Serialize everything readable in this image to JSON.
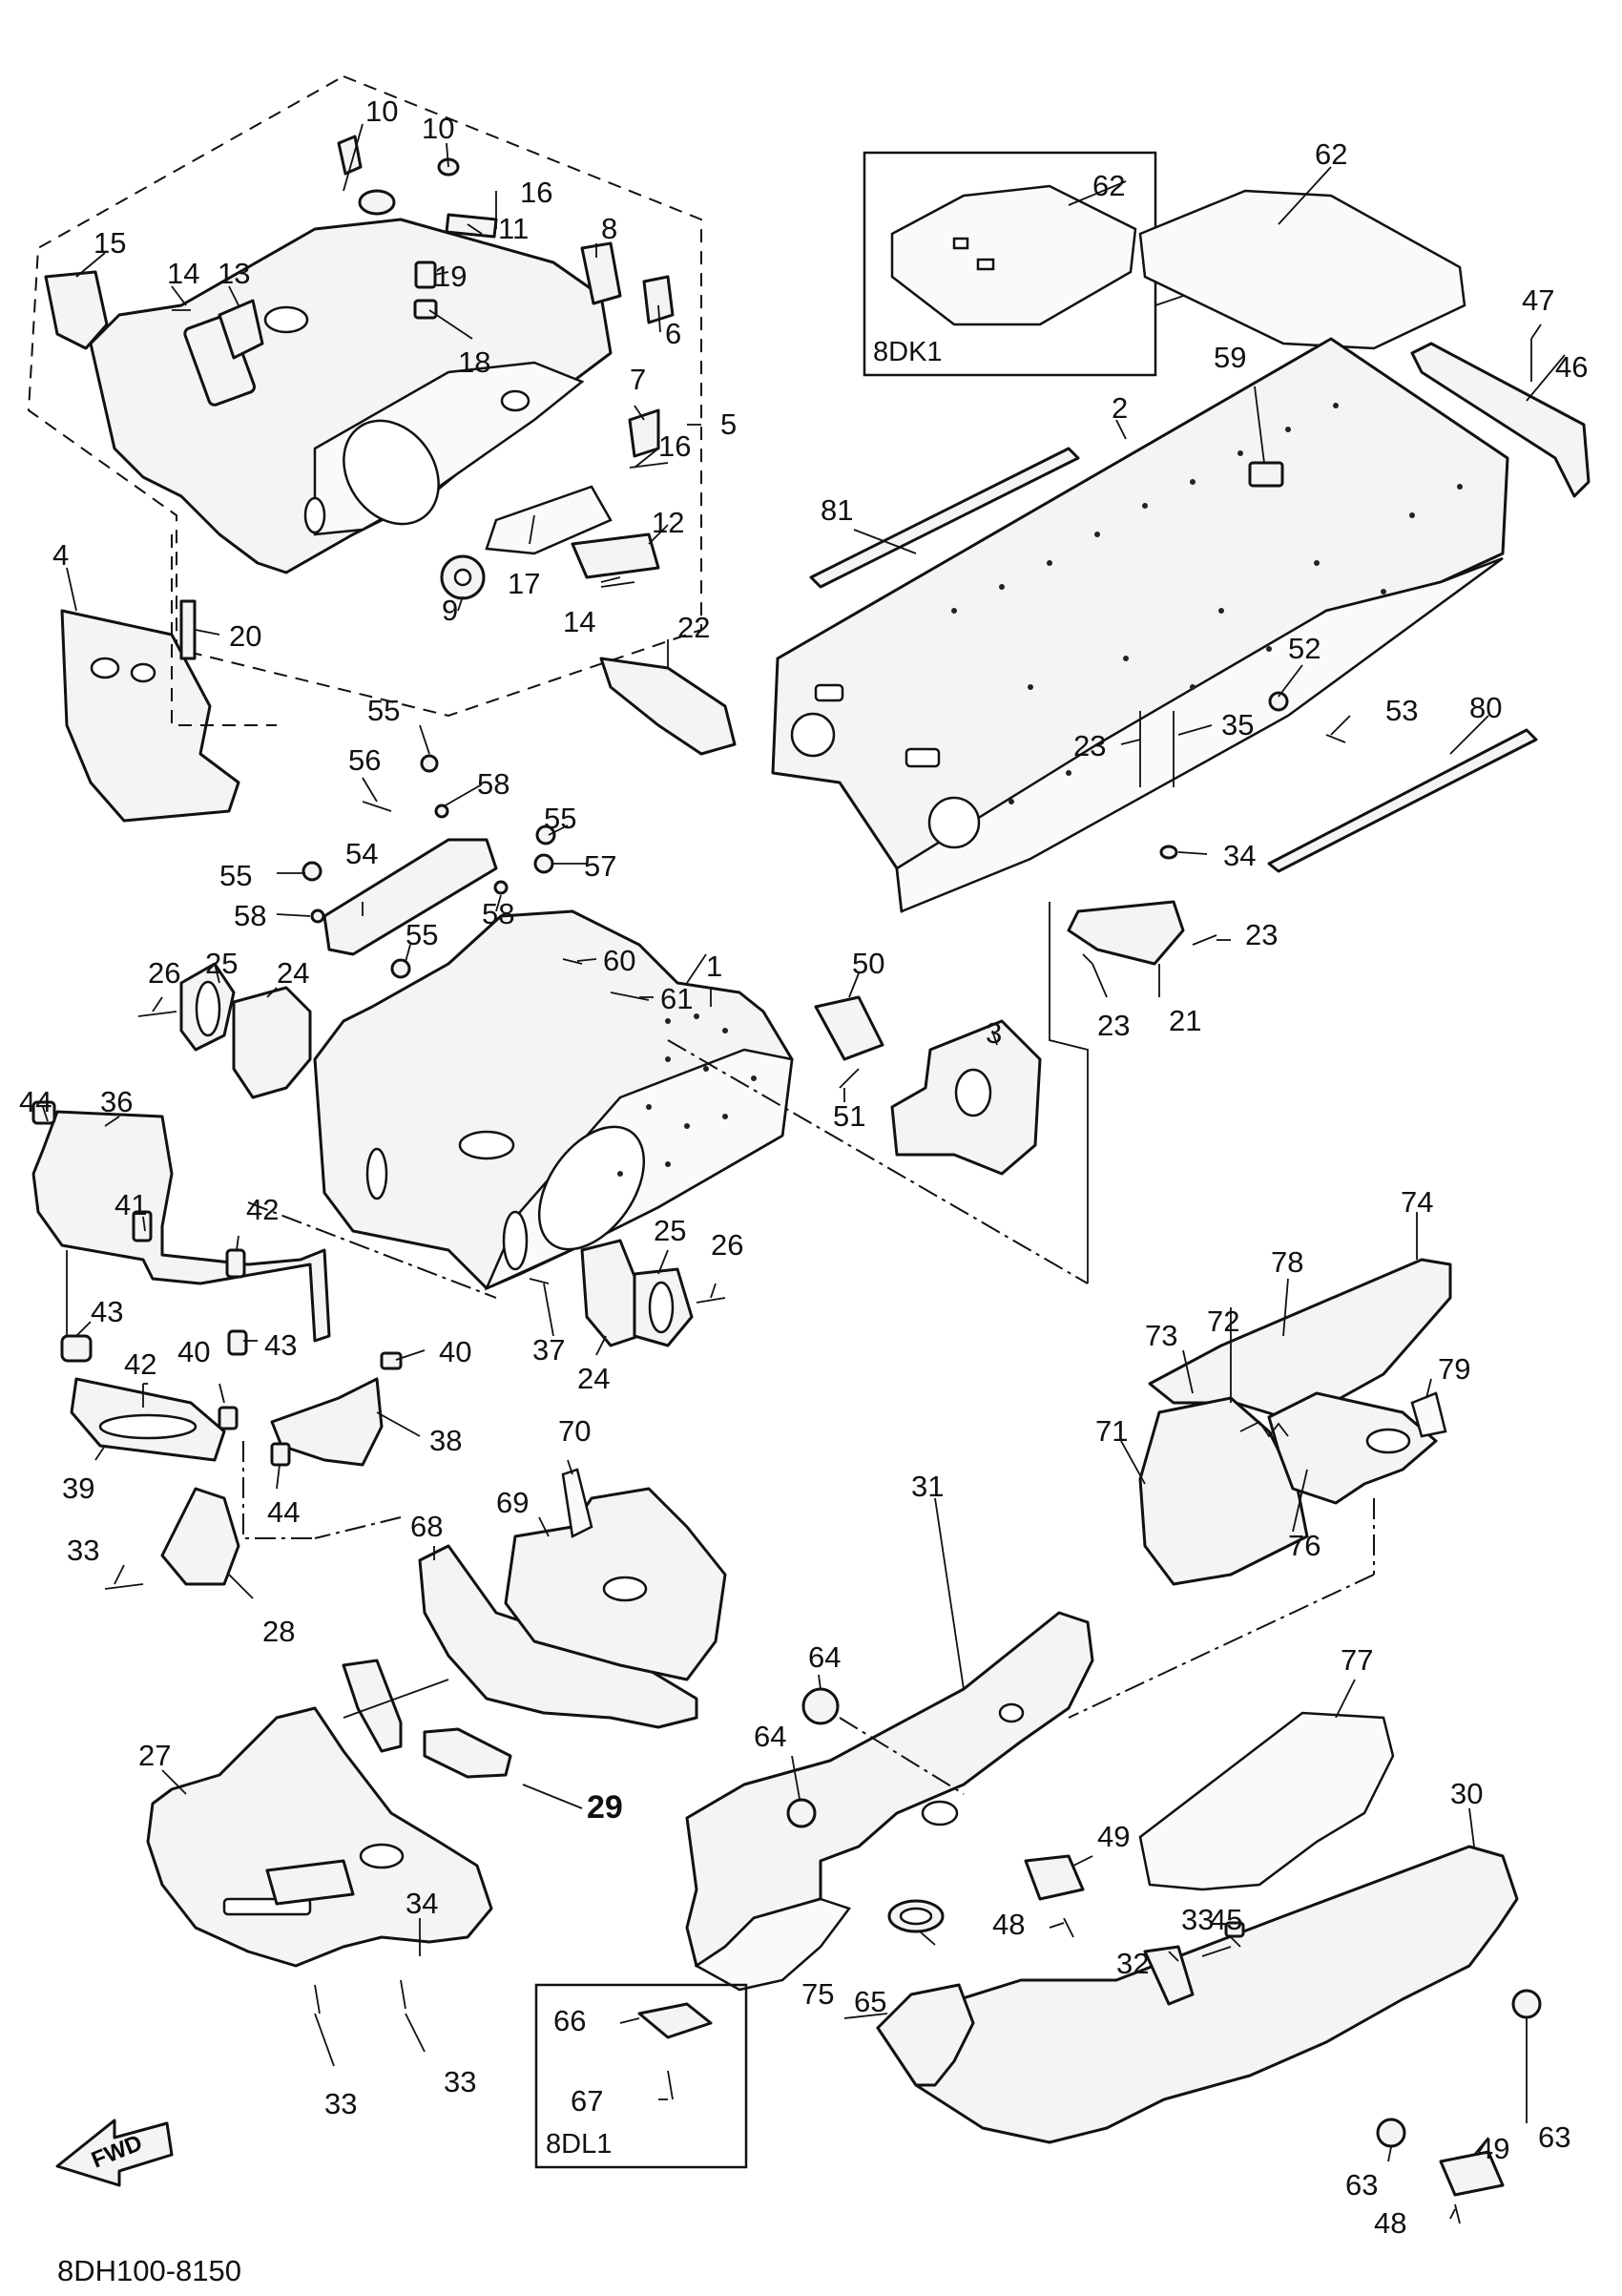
{
  "diagram": {
    "code": "8DH100-8150",
    "fwd_label": "FWD",
    "inset_8dk1": {
      "label": "8DK1",
      "part": "62"
    },
    "inset_8dl1": {
      "label": "8DL1",
      "parts": [
        "66",
        "67"
      ]
    },
    "callouts": [
      "1",
      "2",
      "3",
      "4",
      "5",
      "6",
      "7",
      "8",
      "9",
      "10",
      "10",
      "11",
      "12",
      "13",
      "14",
      "14",
      "15",
      "16",
      "16",
      "17",
      "18",
      "19",
      "20",
      "21",
      "22",
      "23",
      "23",
      "23",
      "23",
      "24",
      "24",
      "25",
      "25",
      "26",
      "26",
      "27",
      "28",
      "29",
      "30",
      "31",
      "32",
      "33",
      "33",
      "33",
      "33",
      "34",
      "34",
      "35",
      "36",
      "37",
      "38",
      "39",
      "40",
      "40",
      "41",
      "42",
      "42",
      "43",
      "43",
      "44",
      "44",
      "45",
      "46",
      "47",
      "48",
      "48",
      "49",
      "49",
      "50",
      "51",
      "52",
      "53",
      "54",
      "55",
      "55",
      "55",
      "55",
      "56",
      "57",
      "58",
      "58",
      "58",
      "59",
      "60",
      "61",
      "62",
      "63",
      "63",
      "64",
      "64",
      "65",
      "69",
      "68",
      "70",
      "71",
      "72",
      "73",
      "74",
      "75",
      "76",
      "77",
      "78",
      "79",
      "80",
      "81"
    ]
  }
}
